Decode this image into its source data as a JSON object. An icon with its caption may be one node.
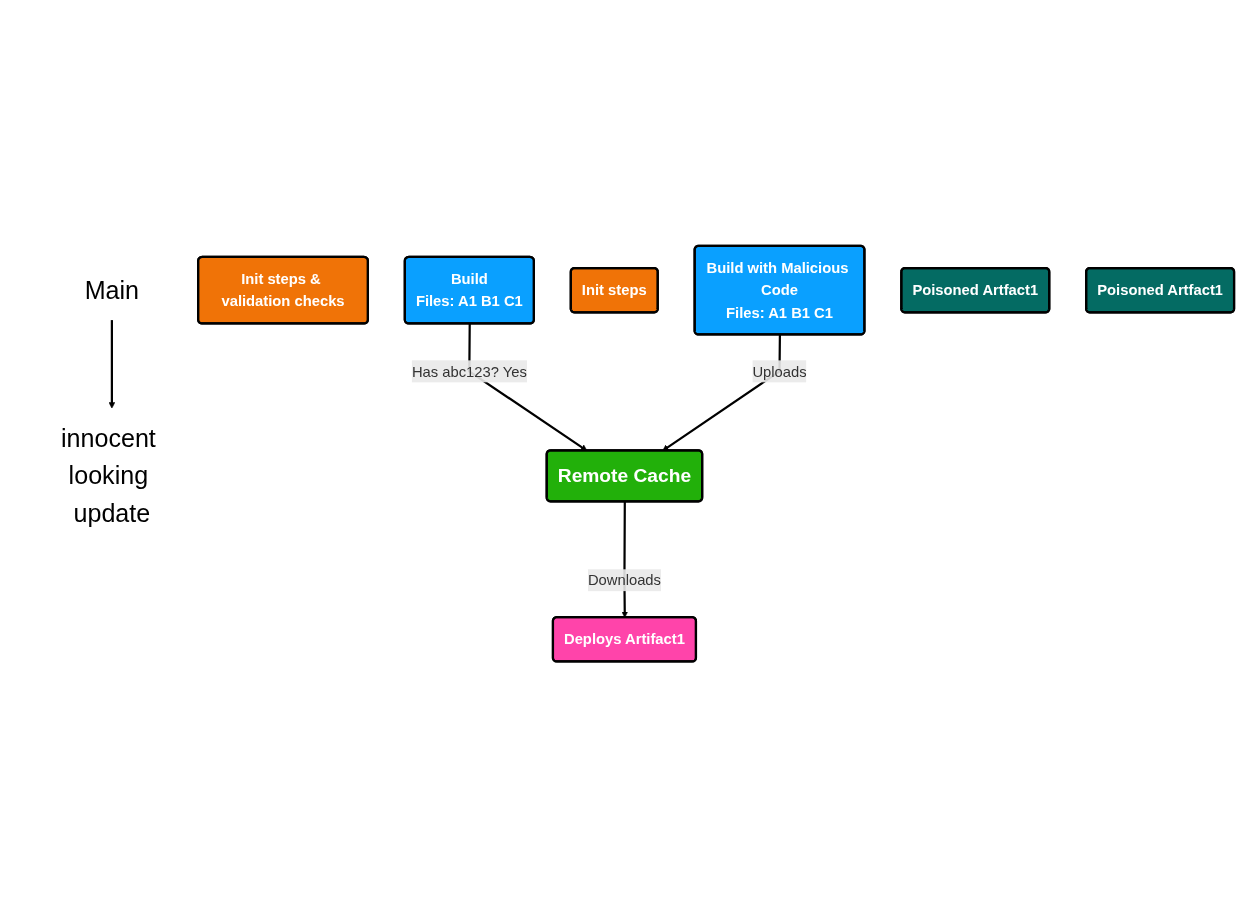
{
  "diagram": {
    "nodes": [
      {
        "text": [
          "Main"
        ]
      },
      {
        "text": [
          "Init steps & validation checks"
        ]
      },
      {
        "text": [
          "Build",
          "Files: A1 B1 C1"
        ]
      },
      {
        "text": [
          "Deploys Artifact1"
        ]
      },
      {
        "text": [
          "innocent looking update"
        ]
      },
      {
        "text": [
          "Init steps"
        ]
      },
      {
        "text": [
          "Build with Malicious Code",
          "Files: A1 B1 C1"
        ]
      },
      {
        "text": [
          "Poisoned Artfact1"
        ]
      },
      {
        "text": [
          "Remote Cache"
        ]
      },
      {
        "text": [
          "Poisoned Artfact1"
        ]
      }
    ],
    "edges": [
      {
        "from": 0,
        "to": 4,
        "arrow": "to"
      },
      {
        "from": 2,
        "to": 8,
        "arrow": "to",
        "label": "Has abc123? Yes"
      },
      {
        "from": 6,
        "to": 8,
        "arrow": "to",
        "label": "Uploads"
      },
      {
        "from": 8,
        "to": 3,
        "arrow": "to",
        "label": "Downloads"
      }
    ]
  }
}
